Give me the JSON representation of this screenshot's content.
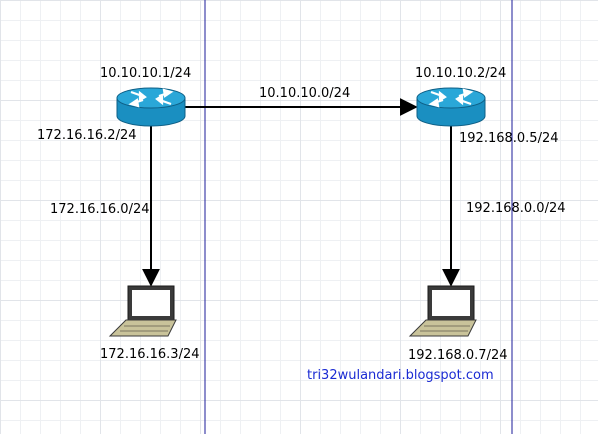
{
  "diagram": {
    "routers": [
      {
        "id": "r1",
        "interfaces": {
          "wan": "10.10.10.1/24",
          "lan": "172.16.16.2/24"
        }
      },
      {
        "id": "r2",
        "interfaces": {
          "wan": "10.10.10.2/24",
          "lan": "192.168.0.5/24"
        }
      }
    ],
    "links": [
      {
        "from": "r1",
        "to": "r2",
        "network": "10.10.10.0/24"
      },
      {
        "from": "r1",
        "to": "pc1",
        "network": "172.16.16.0/24"
      },
      {
        "from": "r2",
        "to": "pc2",
        "network": "192.168.0.0/24"
      }
    ],
    "hosts": [
      {
        "id": "pc1",
        "address": "172.16.16.3/24"
      },
      {
        "id": "pc2",
        "address": "192.168.0.7/24"
      }
    ],
    "credit": "tri32wulandari.blogspot.com"
  },
  "colors": {
    "router_body": "#1a8fc1",
    "router_top": "#2aa7d8",
    "line": "#000000",
    "page_border": "#1b1b9a",
    "credit": "#1b2bd3"
  }
}
